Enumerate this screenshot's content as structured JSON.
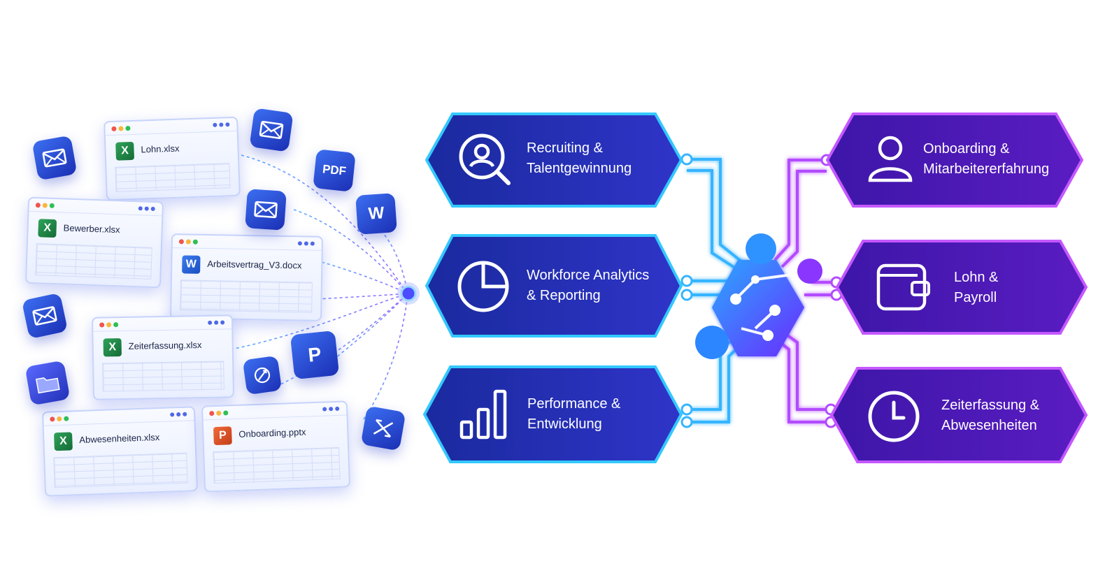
{
  "files": [
    {
      "name": "Lohn.xlsx",
      "app": "excel",
      "app_glyph": "X"
    },
    {
      "name": "Bewerber.xlsx",
      "app": "excel",
      "app_glyph": "X"
    },
    {
      "name": "Arbeitsvertrag_V3.docx",
      "app": "word",
      "app_glyph": "W"
    },
    {
      "name": "Zeiterfassung.xlsx",
      "app": "excel",
      "app_glyph": "X"
    },
    {
      "name": "Abwesenheiten.xlsx",
      "app": "excel",
      "app_glyph": "X"
    },
    {
      "name": "Onboarding.pptx",
      "app": "powerpoint",
      "app_glyph": "P"
    }
  ],
  "tiles": [
    {
      "icon": "mail-icon"
    },
    {
      "icon": "mail-icon"
    },
    {
      "icon": "mail-icon"
    },
    {
      "icon": "mail-icon"
    },
    {
      "icon": "pdf-icon",
      "text": "PDF"
    },
    {
      "icon": "word-doc-icon",
      "text": "W"
    },
    {
      "icon": "publisher-doc-icon",
      "text": "P"
    },
    {
      "icon": "folder-icon"
    },
    {
      "icon": "sync-icon"
    },
    {
      "icon": "transfer-icon"
    }
  ],
  "left_categories": [
    {
      "icon": "search-person-icon",
      "line1": "Recruiting &",
      "line2": "Talentgewinnung"
    },
    {
      "icon": "pie-chart-icon",
      "line1": "Workforce Analytics",
      "line2": "& Reporting"
    },
    {
      "icon": "bar-chart-icon",
      "line1": "Performance &",
      "line2": "Entwicklung"
    }
  ],
  "right_categories": [
    {
      "icon": "user-icon",
      "line1": "Onboarding &",
      "line2": "Mitarbeitererfahrung"
    },
    {
      "icon": "wallet-icon",
      "line1": "Lohn &",
      "line2": "Payroll"
    },
    {
      "icon": "clock-icon",
      "line1": "Zeiterfassung &",
      "line2": "Abwesenheiten"
    }
  ],
  "colors": {
    "blue_panel": "#1f2fae",
    "blue_glow": "#2ec5ff",
    "purple_panel": "#4a17b4",
    "purple_glow": "#c05bff",
    "hub": "#2d7cff",
    "tile": "#2a48d8"
  }
}
